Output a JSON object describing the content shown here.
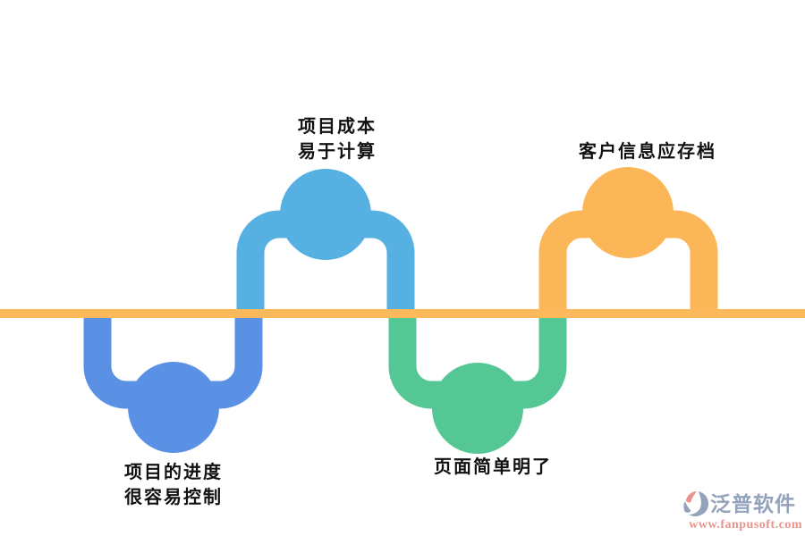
{
  "diagram": {
    "background": "#FFFFFF",
    "baseline_color": "#FCB95C",
    "label_color": "#111111",
    "steps": [
      {
        "id": 1,
        "position": "below-line",
        "color": "#5B91E5",
        "label_lines": {
          "0": "项目的进度",
          "1": "很容易控制"
        }
      },
      {
        "id": 2,
        "position": "above-line",
        "color": "#56B1E2",
        "label_lines": {
          "0": "项目成本",
          "1": "易于计算"
        }
      },
      {
        "id": 3,
        "position": "below-line",
        "color": "#55C795",
        "label_lines": {
          "0": "页面简单明了"
        }
      },
      {
        "id": 4,
        "position": "above-line",
        "color": "#FBB757",
        "label_lines": {
          "0": "客户信息应存档"
        }
      }
    ]
  },
  "watermark": {
    "brand": "泛普软件",
    "url": "www.fanpusoft.com",
    "brand_color": "#94A3BC",
    "url_color": "#E8948D",
    "icon": "fanpu-logo-icon"
  }
}
